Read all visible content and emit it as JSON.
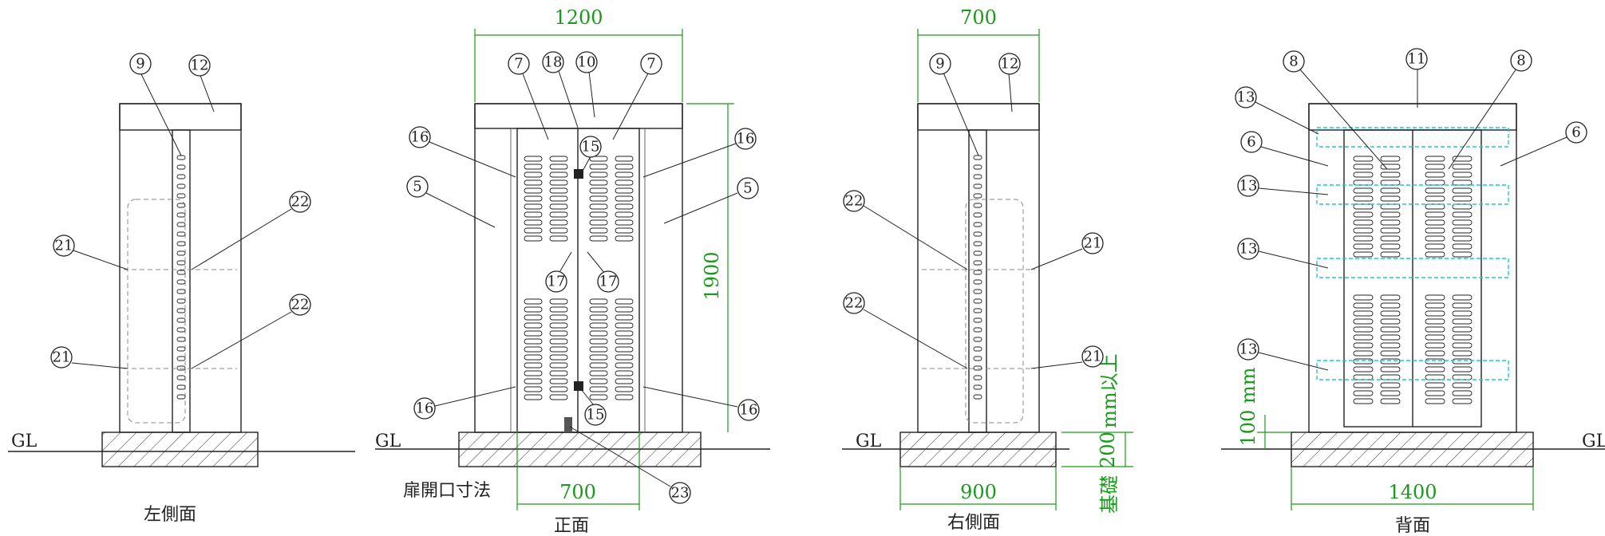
{
  "labels": {
    "gl": "GL",
    "left_side": "左側面",
    "front": "正面",
    "right_side": "右側面",
    "back": "背面",
    "door_opening": "扉開口寸法",
    "foundation": "基礎",
    "min_note": "mm以上"
  },
  "dimensions": {
    "front_width": "1200",
    "front_height": "1900",
    "door_width": "700",
    "right_depth": "700",
    "right_base": "900",
    "foundation_height": "200",
    "back_width": "1400",
    "back_clearance": "100 mm"
  },
  "callouts": {
    "left": [
      "9",
      "12",
      "22",
      "21",
      "22",
      "21"
    ],
    "front": [
      "7",
      "18",
      "10",
      "7",
      "16",
      "15",
      "16",
      "5",
      "5",
      "17",
      "17",
      "16",
      "15",
      "16",
      "23"
    ],
    "right": [
      "9",
      "12",
      "22",
      "21",
      "22",
      "21"
    ],
    "back": [
      "8",
      "11",
      "8",
      "13",
      "6",
      "6",
      "13",
      "13",
      "13"
    ]
  },
  "colors": {
    "dimension": "#1a9a1a",
    "line": "#222222",
    "hidden": "#888888",
    "shelf": "#1fc6e6"
  }
}
